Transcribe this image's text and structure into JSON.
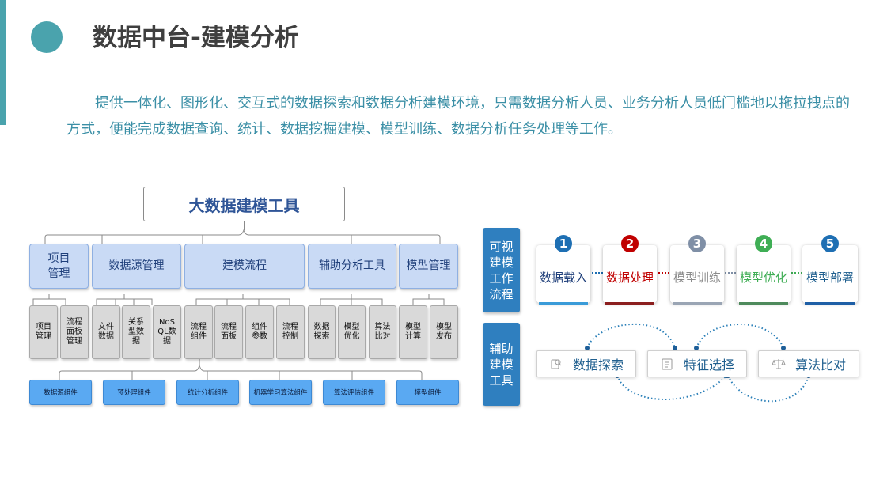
{
  "title": "数据中台-建模分析",
  "description": "提供一体化、图形化、交互式的数据探索和数据分析建模环境，只需数据分析人员、业务分析人员低门槛地以拖拉拽点的方式，便能完成数据查询、统计、数据挖掘建模、模型训练、数据分析任务处理等工作。",
  "tree": {
    "root": "大数据建模工具",
    "level1": [
      "项目\n管理",
      "数据源管理",
      "建模流程",
      "辅助分析工具",
      "模型管理"
    ],
    "level2": [
      "项目\n管理",
      "流程\n面板\n管理",
      "文件\n数据",
      "关系\n型数\n据",
      "NoS\nQL数\n据",
      "流程\n组件",
      "流程\n面板",
      "组件\n参数",
      "流程\n控制",
      "数据\n探索",
      "模型\n优化",
      "算法\n比对",
      "模型\n计算",
      "模型\n发布"
    ],
    "level3": [
      "数据源组件",
      "预处理组件",
      "统计分析组件",
      "机器学习算法组件",
      "算法评估组件",
      "模型组件"
    ]
  },
  "flow": {
    "label": "可视\n建模\n工作\n流程",
    "steps": [
      {
        "num": "1",
        "label": "数据载入",
        "color": "#1e6fb3",
        "text_color": "#1f3f7a"
      },
      {
        "num": "2",
        "label": "数据处理",
        "color": "#c00000",
        "text_color": "#c00000"
      },
      {
        "num": "3",
        "label": "模型训练",
        "color": "#7f8fa6",
        "text_color": "#8c8c8c"
      },
      {
        "num": "4",
        "label": "模型优化",
        "color": "#3fae55",
        "text_color": "#3fae55"
      },
      {
        "num": "5",
        "label": "模型部署",
        "color": "#1e6fb3",
        "text_color": "#1f5f8f"
      }
    ]
  },
  "aux": {
    "label": "辅助\n建模\n工具",
    "items": [
      {
        "label": "数据探索",
        "icon": "data-explore-icon"
      },
      {
        "label": "特征选择",
        "icon": "checklist-icon"
      },
      {
        "label": "算法比对",
        "icon": "balance-scale-icon"
      }
    ]
  }
}
